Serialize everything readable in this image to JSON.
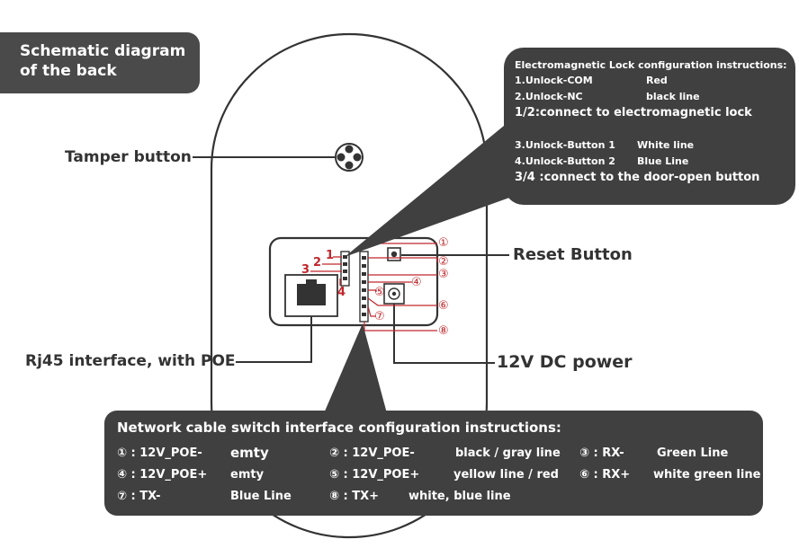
{
  "title": {
    "line1": "Schematic diagram",
    "line2": "of the back"
  },
  "labels": {
    "tamper": "Tamper button",
    "reset": "Reset Button",
    "rj45": "Rj45 interface, with POE",
    "dc": "12V DC power"
  },
  "pin_numbers": {
    "p1": "1",
    "p2": "2",
    "p3": "3",
    "p4": "4"
  },
  "circled_numbers": [
    "①",
    "②",
    "③",
    "④",
    "⑤",
    "⑥",
    "⑦",
    "⑧"
  ],
  "lock_instructions": {
    "heading": "Electromagnetic Lock configuration instructions:",
    "rows": [
      {
        "name": "1.Unlock-COM",
        "color": "Red"
      },
      {
        "name": "2.Unlock-NC",
        "color": "black line"
      }
    ],
    "note1": "1/2:connect to electromagnetic lock",
    "rows2": [
      {
        "name": "3.Unlock-Button 1",
        "color": "White line"
      },
      {
        "name": "4.Unlock-Button 2",
        "color": "Blue Line"
      }
    ],
    "note2": "3/4 :connect to the door-open button"
  },
  "network_instructions": {
    "heading": "Network cable switch interface configuration instructions:",
    "c1": "① : 12V_POE-",
    "c1v": "emty",
    "c2": "② : 12V_POE-",
    "c2v": "black / gray line",
    "c3": "③ :  RX-",
    "c3v": "Green Line",
    "c4": "④ :  12V_POE+",
    "c4v": "emty",
    "c5": "⑤ :  12V_POE+",
    "c5v": "yellow line / red",
    "c6": "⑥ :  RX+",
    "c6v": "white green line",
    "c7": "⑦ :  TX-",
    "c7v": "Blue Line",
    "c8": "⑧ :  TX+",
    "c8v": "white, blue line"
  },
  "colors": {
    "dark_box": "#404040",
    "accent_red": "#c0282d",
    "line": "#333333"
  }
}
